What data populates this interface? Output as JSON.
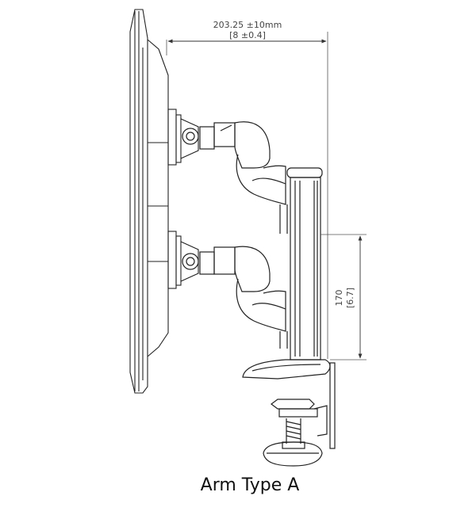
{
  "caption": "Arm Type A",
  "dimensions": {
    "width_mm": "203.25 ±10mm",
    "width_in": "[8 ±0.4]",
    "height_mm": "170",
    "height_in": "[6.7]"
  }
}
